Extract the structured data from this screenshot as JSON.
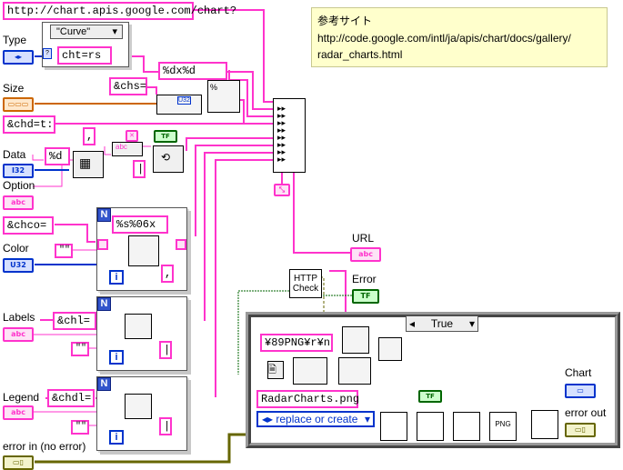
{
  "strings": {
    "base_url": "http://chart.apis.google.com/chart?",
    "type_value": "\"Curve\"",
    "cht": "cht=rs",
    "fmt_size": "%dx%d",
    "chs": "&chs=",
    "chd": "&chd=t:",
    "fmt_d": "%d",
    "comma1": ",",
    "chco": "&chco=",
    "fmt_color": "%s%06x",
    "comma2": ",",
    "empty1": "\"\"",
    "chl": "&chl=",
    "empty2": "\"\"",
    "chdl": "&chdl=",
    "empty3": "\"\"",
    "png_header": "¥89PNG¥r¥n",
    "filename": "RadarCharts.png",
    "file_op": "replace or create",
    "case_value": "True",
    "http_check": "HTTP Check"
  },
  "labels": {
    "type": "Type",
    "size": "Size",
    "data": "Data",
    "option": "Option",
    "color": "Color",
    "labels": "Labels",
    "legend": "Legend",
    "error_in": "error in (no error)",
    "url": "URL",
    "error": "Error",
    "chart": "Chart",
    "error_out": "error out"
  },
  "note": {
    "title": "参考サイト",
    "line1": "http://code.google.com/intl/ja/apis/chart/docs/gallery/",
    "line2": "radar_charts.html"
  },
  "terminals": {
    "i32": "I32",
    "u32": "U32",
    "abc": "abc",
    "tf": "TF",
    "n": "N",
    "i": "i",
    "question": "?",
    "png": "PNG"
  },
  "colors": {
    "string_wire": "#ff33cc",
    "numeric_wire": "#0033cc",
    "error_wire": "#666600",
    "bool_wire": "#006600",
    "note_bg": "#ffffcc"
  }
}
